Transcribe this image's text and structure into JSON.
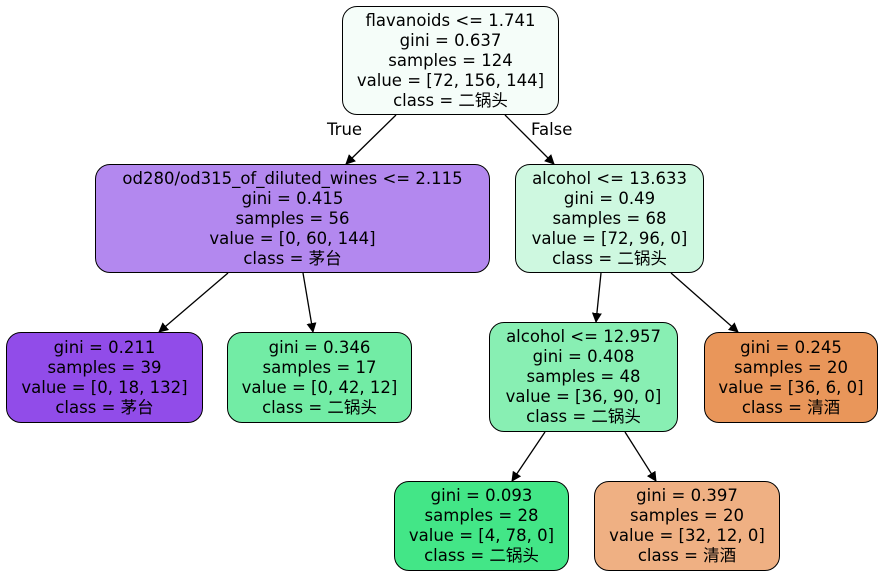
{
  "tree": {
    "edge_labels": {
      "left": "True",
      "right": "False"
    },
    "nodes": {
      "root": {
        "split": "flavanoids <= 1.741",
        "gini": "gini = 0.637",
        "samples": "samples = 124",
        "value": "value = [72, 156, 144]",
        "class": "class = 二锅头",
        "color": "#f5fdf9"
      },
      "l": {
        "split": "od280/od315_of_diluted_wines <= 2.115",
        "gini": "gini = 0.415",
        "samples": "samples = 56",
        "value": "value = [0, 60, 144]",
        "class": "class = 茅台",
        "color": "#b388ef"
      },
      "r": {
        "split": "alcohol <= 13.633",
        "gini": "gini = 0.49",
        "samples": "samples = 68",
        "value": "value = [72, 96, 0]",
        "class": "class = 二锅头",
        "color": "#cef8e0"
      },
      "ll": {
        "gini": "gini = 0.211",
        "samples": "samples = 39",
        "value": "value = [0, 18, 132]",
        "class": "class = 茅台",
        "color": "#914ce9"
      },
      "lr": {
        "gini": "gini = 0.346",
        "samples": "samples = 17",
        "value": "value = [0, 42, 12]",
        "class": "class = 二锅头",
        "color": "#72eca5"
      },
      "rl": {
        "split": "alcohol <= 12.957",
        "gini": "gini = 0.408",
        "samples": "samples = 48",
        "value": "value = [36, 90, 0]",
        "class": "class = 二锅头",
        "color": "#88efb3"
      },
      "rr": {
        "gini": "gini = 0.245",
        "samples": "samples = 20",
        "value": "value = [36, 6, 0]",
        "class": "class = 清酒",
        "color": "#e9965a"
      },
      "rll": {
        "gini": "gini = 0.093",
        "samples": "samples = 28",
        "value": "value = [4, 78, 0]",
        "class": "class = 二锅头",
        "color": "#43e687"
      },
      "rlr": {
        "gini": "gini = 0.397",
        "samples": "samples = 20",
        "value": "value = [32, 12, 0]",
        "class": "class = 清酒",
        "color": "#efb083"
      }
    }
  }
}
